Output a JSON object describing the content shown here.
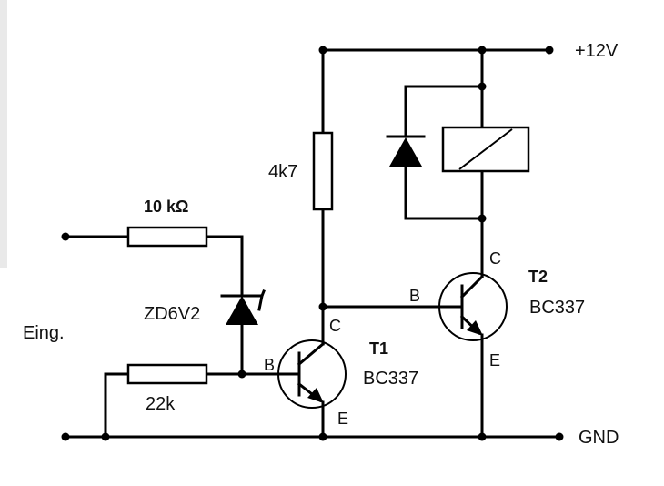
{
  "labels": {
    "supply": "+12V",
    "ground": "GND",
    "input": "Eing.",
    "r_input": "10 kΩ",
    "r_base_pull": "22k",
    "r_collector": "4k7",
    "zener": "ZD6V2",
    "t1_name": "T1",
    "t1_type": "BC337",
    "t2_name": "T2",
    "t2_type": "BC337",
    "t1_b": "B",
    "t1_c": "C",
    "t1_e": "E",
    "t2_b": "B",
    "t2_c": "C",
    "t2_e": "E"
  }
}
